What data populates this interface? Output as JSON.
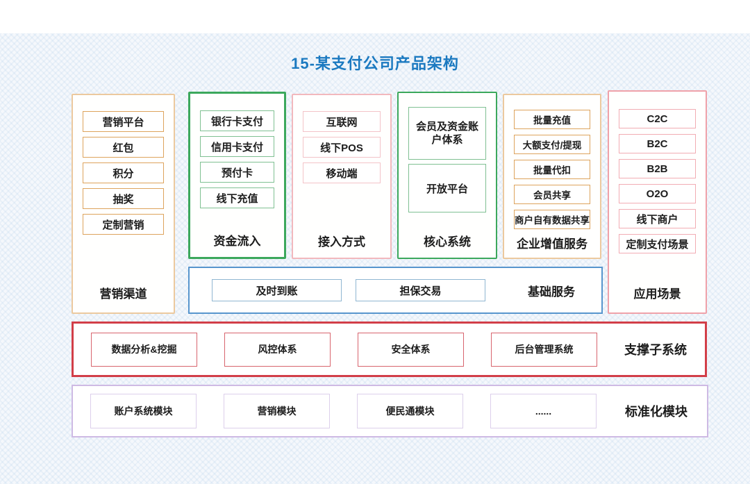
{
  "title": "15-某支付公司产品架构",
  "columns": [
    {
      "label": "营销渠道",
      "theme": "orange",
      "items": [
        "营销平台",
        "红包",
        "积分",
        "抽奖",
        "定制营销"
      ]
    },
    {
      "label": "资金流入",
      "theme": "green",
      "items": [
        "银行卡支付",
        "信用卡支付",
        "预付卡",
        "线下充值"
      ]
    },
    {
      "label": "接入方式",
      "theme": "pink",
      "items": [
        "互联网",
        "线下POS",
        "移动端"
      ]
    },
    {
      "label": "核心系统",
      "theme": "green",
      "items": [
        "会员及资金账户体系",
        "开放平台"
      ]
    },
    {
      "label": "企业增值服务",
      "theme": "orange",
      "items": [
        "批量充值",
        "大额支付/提现",
        "批量代扣",
        "会员共享",
        "商户自有数据共享"
      ]
    },
    {
      "label": "应用场景",
      "theme": "pink",
      "items": [
        "C2C",
        "B2C",
        "B2B",
        "O2O",
        "线下商户",
        "定制支付场景"
      ]
    }
  ],
  "bars": [
    {
      "label": "基础服务",
      "theme": "blue",
      "items": [
        "及时到账",
        "担保交易"
      ]
    },
    {
      "label": "支撑子系统",
      "theme": "red",
      "items": [
        "数据分析&挖掘",
        "风控体系",
        "安全体系",
        "后台管理系统"
      ]
    },
    {
      "label": "标准化模块",
      "theme": "purple",
      "items": [
        "账户系统模块",
        "营销模块",
        "便民通模块",
        "......"
      ]
    }
  ],
  "colors": {
    "title": "#1b79c0",
    "text": "#1c1c1c",
    "orange_border": "#ecc99e",
    "orange_inner": "#dda35c",
    "green_border": "#3ca85c",
    "green_inner": "#7fc092",
    "pink_border": "#f2b8bd",
    "pink_inner": "#f3c3c8",
    "pink_bold_border": "#efa1a9",
    "pink_bold_inner": "#f2acb3",
    "blue_border": "#5795cd",
    "blue_inner": "#8fb6d2",
    "red_border": "#d23e48",
    "red_inner": "#d8646d",
    "purple_border": "#cebae4",
    "purple_inner": "#dccfeb"
  }
}
